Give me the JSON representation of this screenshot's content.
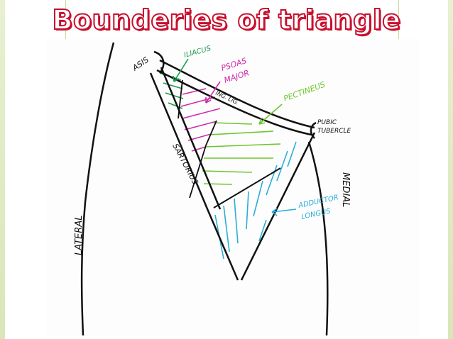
{
  "slide": {
    "title": "Bounderies of triangle"
  },
  "diagram": {
    "labels": {
      "asis": "ASIS",
      "iliacus": "ILIACUS",
      "psoas_line1": "PSOAS",
      "psoas_line2": "MAJOR",
      "pectineus": "PECTINEUS",
      "ing_lig": "ING. LIG.",
      "pubic_line1": "PUBIC",
      "pubic_line2": "TUBERCLE",
      "sartorius": "SARTORIUS",
      "adductor_line1": "ADDUCTOR",
      "adductor_line2": "LONGUS",
      "lateral": "LATERAL",
      "medial": "MEDIAL"
    },
    "colors": {
      "iliacus": "#1a9a4a",
      "psoas": "#d12aa8",
      "pectineus": "#6cc62c",
      "adductor": "#2aaed8",
      "ink": "#111111",
      "title_stroke": "#c8102e"
    }
  }
}
